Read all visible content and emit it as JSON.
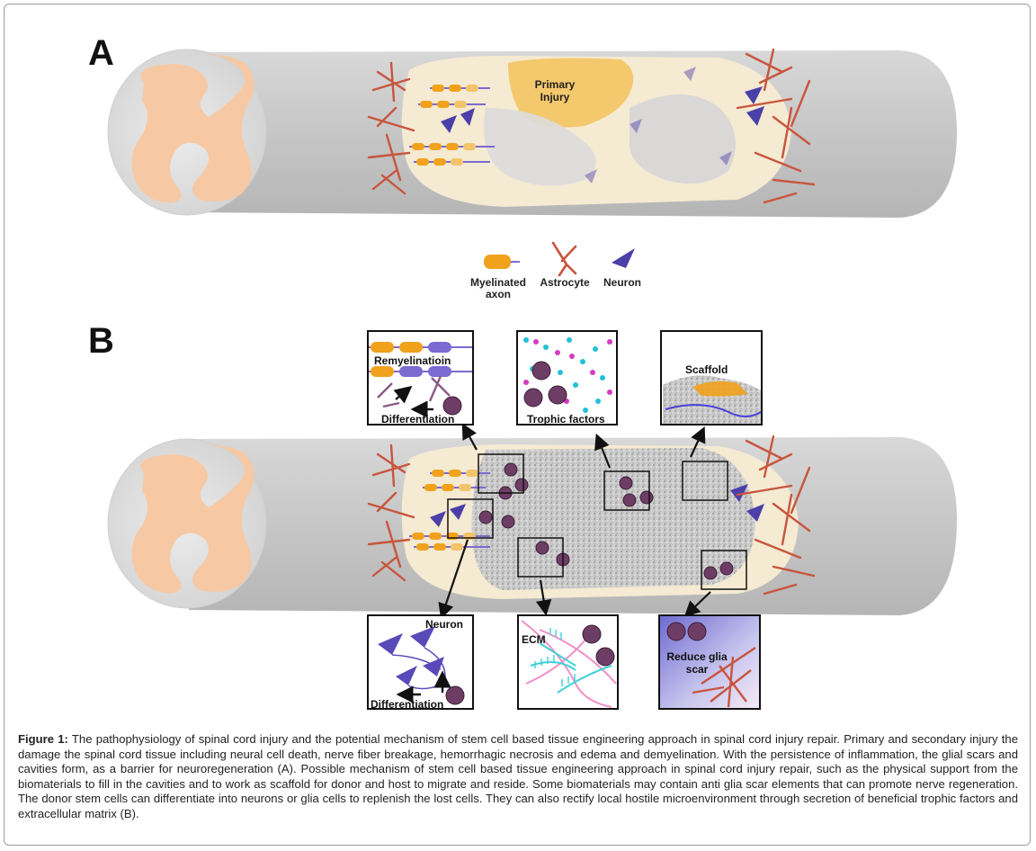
{
  "panels": {
    "a_label": "A",
    "b_label": "B"
  },
  "panel_a": {
    "injury_label": "Primary\nInjury",
    "injury_line1": "Primary",
    "injury_line2": "Injury"
  },
  "legend": {
    "axon_line1": "Myelinated",
    "axon_line2": "axon",
    "astrocyte": "Astrocyte",
    "neuron": "Neuron"
  },
  "panel_b": {
    "box_remyelination": "Remyelinatioin",
    "box_differentiation_top": "Differentiation",
    "box_trophic": "Trophic factors",
    "box_scaffold": "Scaffold",
    "box_neuron": "Neuron",
    "box_differentiation_bottom": "Differentiation",
    "box_ecm": "ECM",
    "box_glia_line1": "Reduce glia",
    "box_glia_line2": "scar"
  },
  "caption": {
    "title": "Figure 1:",
    "text": " The pathophysiology of spinal cord injury and the potential mechanism of stem cell based tissue engineering approach in spinal cord injury repair. Primary and secondary injury the damage the spinal cord tissue including neural cell death, nerve fiber breakage, hemorrhagic necrosis and edema and demyelination. With the persistence of inflammation, the glial scars and cavities form, as a barrier for neuroregeneration (A). Possible mechanism of stem cell based tissue engineering approach in spinal cord injury repair, such as the physical support from the biomaterials to fill in the cavities and to work as scaffold for donor and host to migrate and reside. Some biomaterials may contain anti glia scar elements that can promote nerve regeneration. The donor stem cells can differentiate into neurons or glia cells to replenish the lost cells. They can also rectify local hostile microenvironment through secretion of beneficial trophic factors and extracellular matrix (B)."
  },
  "colors": {
    "cord": "#c9c9c9",
    "cord_end": "#e3e3e3",
    "gray_matter": "#f6c9a4",
    "lesion": "#f5ead2",
    "astrocyte": "#c8553d",
    "neuron": "#4b3fa8",
    "myelin": "#f0a21d",
    "stem_cell": "#6e3d66"
  }
}
